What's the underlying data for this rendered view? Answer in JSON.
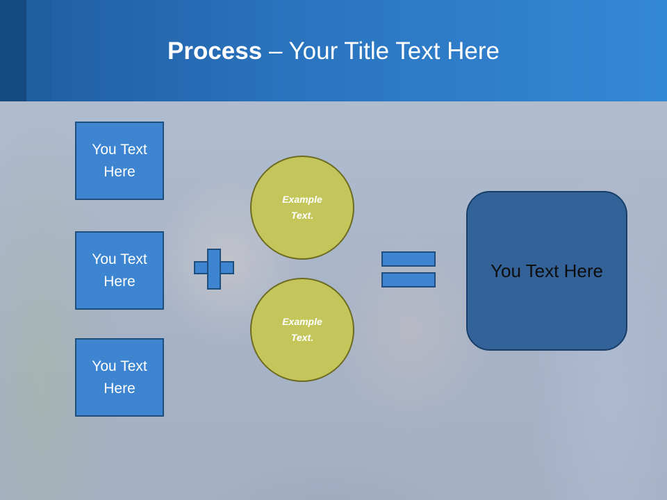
{
  "slide": {
    "title_bold": "Process",
    "title_rest": " – Your Title Text Here",
    "left_boxes": [
      {
        "line1": "You Text",
        "line2": "Here"
      },
      {
        "line1": "You Text",
        "line2": "Here"
      },
      {
        "line1": "You Text",
        "line2": "Here"
      }
    ],
    "circles": [
      {
        "line1": "Example",
        "line2": "Text."
      },
      {
        "line1": "Example",
        "line2": "Text."
      }
    ],
    "result_text": "You Text Here"
  },
  "colors": {
    "header": "#2a74bf",
    "box_fill": "#3d85d0",
    "box_border": "#1f4e7c",
    "circle_fill": "#c4c55a",
    "result_fill": "#336299"
  }
}
